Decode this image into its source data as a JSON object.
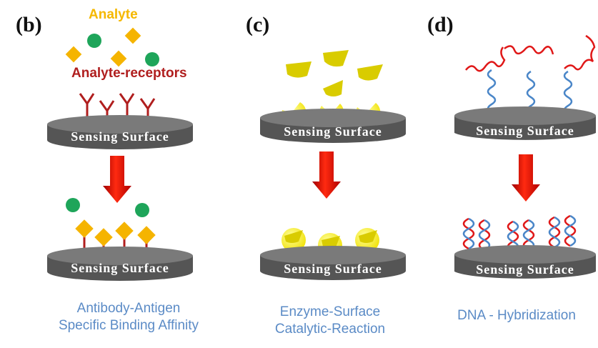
{
  "panels": {
    "b": {
      "label": "(b)",
      "analyte_label": "Analyte",
      "receptor_label": "Analyte-receptors",
      "caption_line1": "Antibody-Antigen",
      "caption_line2": "Specific Binding Affinity"
    },
    "c": {
      "label": "(c)",
      "caption_line1": "Enzyme-Surface",
      "caption_line2": "Catalytic-Reaction"
    },
    "d": {
      "label": "(d)",
      "caption_line1": "DNA - Hybridization"
    }
  },
  "surface_label": "Sensing Surface",
  "colors": {
    "analyte_label": "#f5b800",
    "receptor": "#b01e1e",
    "analyte_green": "#1ea55a",
    "analyte_diamond": "#f5b400",
    "enzyme": "#ffff00",
    "dna_red": "#e01818",
    "dna_blue": "#4a86c8",
    "arrow": "#e02010",
    "surface_top": "#7a7a7a",
    "surface_side": "#555555",
    "caption": "#5b8bc6"
  }
}
